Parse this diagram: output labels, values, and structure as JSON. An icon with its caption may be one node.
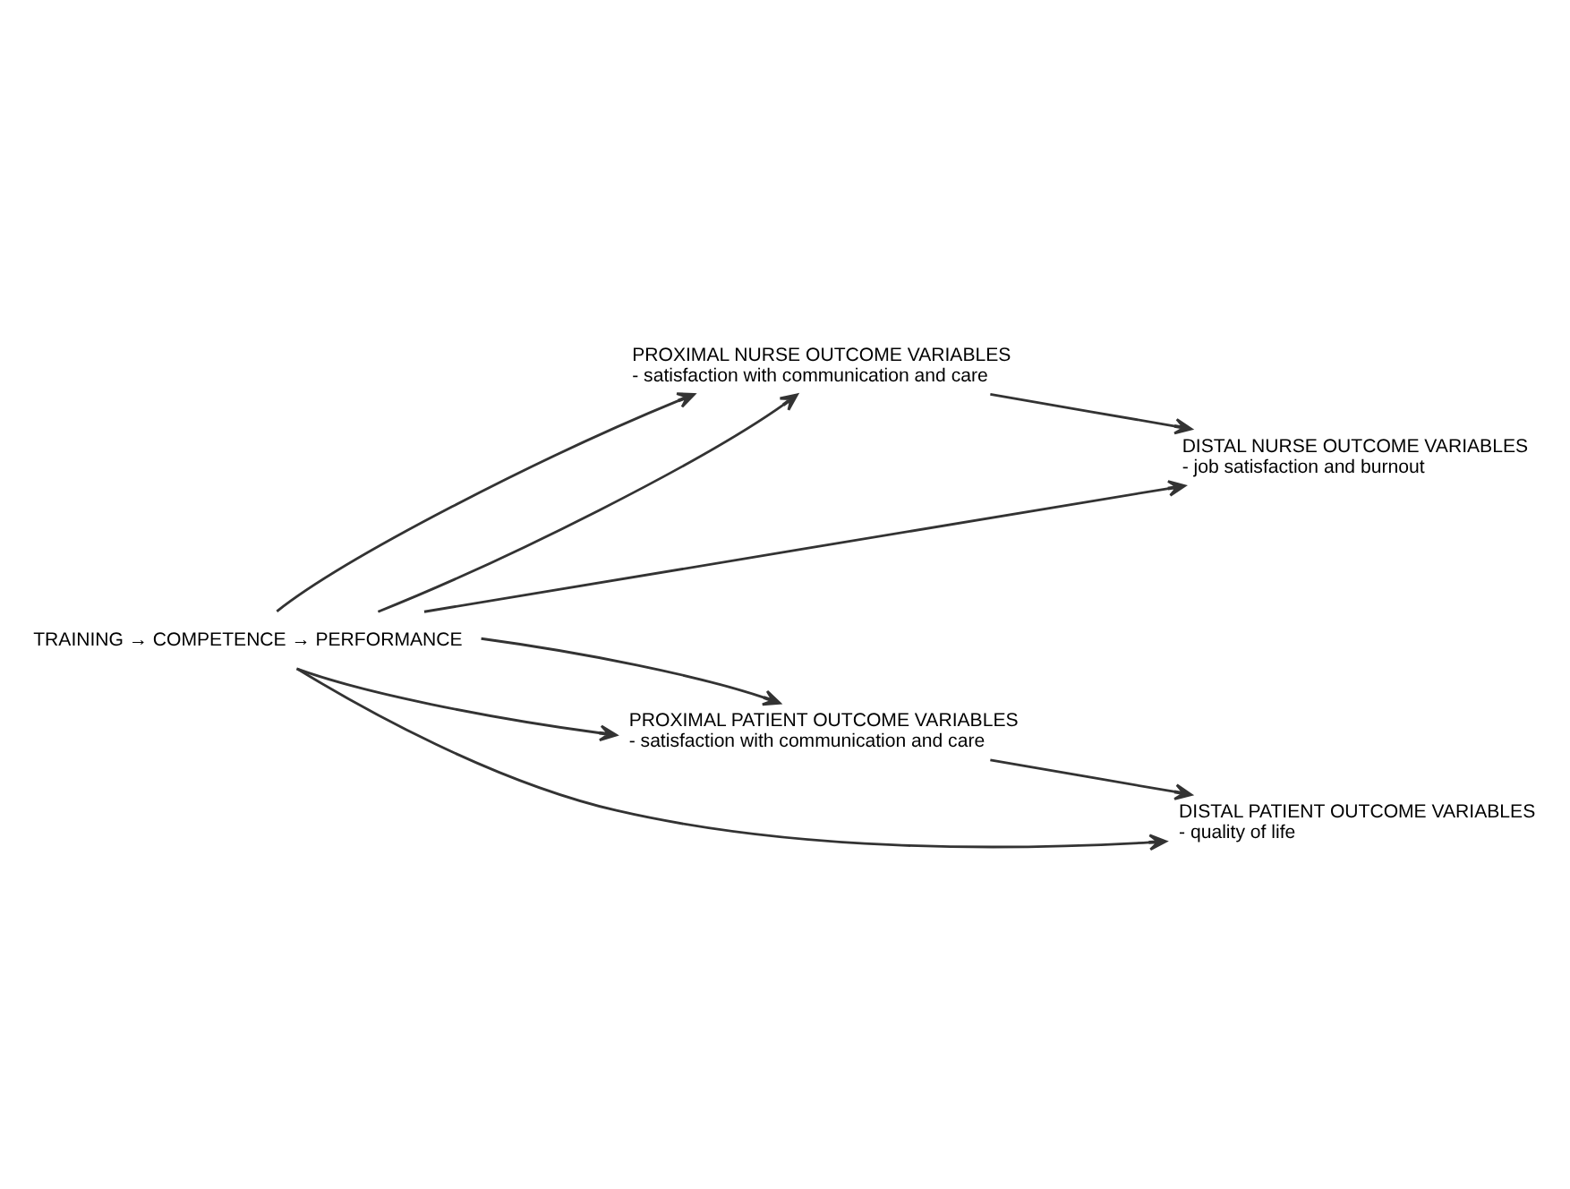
{
  "diagram": {
    "nodes": [
      {
        "text": [
          "TRAINING → COMPETENCE → PERFORMANCE"
        ]
      },
      {
        "text": [
          "PROXIMAL NURSE OUTCOME VARIABLES",
          "- satisfaction with communication and care"
        ]
      },
      {
        "text": [
          "DISTAL NURSE OUTCOME VARIABLES",
          "- job satisfaction and burnout"
        ]
      },
      {
        "text": [
          "PROXIMAL PATIENT OUTCOME VARIABLES",
          "- satisfaction with communication and care"
        ]
      },
      {
        "text": [
          "DISTAL PATIENT OUTCOME VARIABLES",
          "- quality of life"
        ]
      }
    ],
    "edges": [
      {
        "from": 0,
        "to": 2,
        "arrow": "to"
      },
      {
        "from": 0,
        "to": 1,
        "arrow": "to"
      },
      {
        "from": 1,
        "to": 2,
        "arrow": "to"
      },
      {
        "from": 0,
        "to": 1,
        "arrow": "to"
      },
      {
        "from": 0,
        "to": 3,
        "arrow": "to"
      },
      {
        "from": 3,
        "to": 4,
        "arrow": "to"
      },
      {
        "from": 0,
        "to": 3,
        "arrow": "to"
      },
      {
        "from": 0,
        "to": 4,
        "arrow": "to"
      }
    ]
  }
}
